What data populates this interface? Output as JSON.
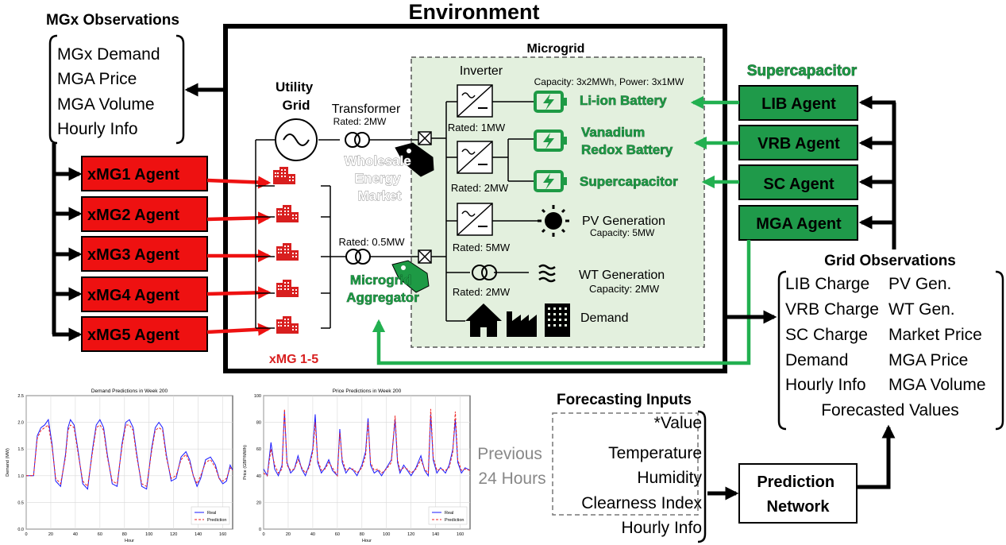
{
  "title": "Environment",
  "colors": {
    "agent_red": "#ee1111",
    "agent_green": "#1f9a4a",
    "arrow_green": "#22b050",
    "microgrid_bg": "#e3f0de",
    "battery_green": "#1e9a45",
    "building_red": "#d81f1f"
  },
  "mgx_observations": {
    "heading": "MGx Observations",
    "items": [
      "MGx Demand",
      "MGA Price",
      "MGA Volume",
      "Hourly Info"
    ]
  },
  "xmg_agents": [
    "xMG1 Agent",
    "xMG2 Agent",
    "xMG3 Agent",
    "xMG4 Agent",
    "xMG5 Agent"
  ],
  "xmg_label": "xMG 1-5",
  "utility_grid": "Utility\nGrid",
  "transformer": {
    "label": "Transformer",
    "rating": "Rated: 2MW"
  },
  "transformer2_rating": "Rated: 0.5MW",
  "wholesale_market": "Wholesale\nEnergy\nMarket",
  "microgrid_aggregator": "Microgrid\nAggregator",
  "microgrid": {
    "label": "Microgrid",
    "inverter_label": "Inverter",
    "inverter_ratings": [
      "Rated: 1MW",
      "Rated: 2MW",
      "Rated: 5MW"
    ],
    "capacity_note": "Capacity: 3x2MWh, Power: 3x1MW",
    "storage": [
      "Li-ion Battery",
      "Vanadium\nRedox Battery",
      "Supercapacitor"
    ],
    "pv": {
      "label": "PV Generation",
      "capacity": "Capacity: 5MW"
    },
    "wt": {
      "label": "WT Generation",
      "capacity": "Capacity: 2MW",
      "rating": "Rated: 2MW"
    },
    "demand": "Demand"
  },
  "supercapacitor_heading": "Supercapacitor",
  "green_agents": [
    "LIB Agent",
    "VRB Agent",
    "SC Agent",
    "MGA Agent"
  ],
  "grid_observations": {
    "heading": "Grid Observations",
    "left": [
      "LIB Charge",
      "VRB Charge",
      "SC Charge",
      "Demand",
      "Hourly Info"
    ],
    "right": [
      "PV Gen.",
      "WT Gen.",
      "Market Price",
      "MGA Price",
      "MGA Volume"
    ],
    "footer": "Forecasted Values"
  },
  "forecasting_inputs": {
    "heading": "Forecasting Inputs",
    "items": [
      "*Value",
      "Temperature",
      "Humidity",
      "Clearness Index"
    ],
    "hourly": "Hourly Info"
  },
  "previous_hours": "Previous\n24 Hours",
  "prediction_network": "Prediction\nNetwork",
  "chart_data": [
    {
      "type": "line",
      "title": "Demand Predictions in Week 200",
      "xlabel": "Hour",
      "ylabel": "Demand (MW)",
      "xlim": [
        0,
        168
      ],
      "ylim": [
        0.0,
        2.5
      ],
      "xticks": [
        0,
        20,
        40,
        60,
        80,
        100,
        120,
        140,
        160
      ],
      "yticks": [
        0.0,
        0.5,
        1.0,
        1.5,
        2.0,
        2.5
      ],
      "grid": true,
      "legend_position": "bottom-right",
      "x": [
        0,
        6,
        9,
        12,
        15,
        18,
        21,
        24,
        28,
        32,
        34,
        36,
        39,
        42,
        46,
        50,
        54,
        57,
        60,
        63,
        66,
        70,
        74,
        78,
        81,
        84,
        87,
        90,
        94,
        98,
        102,
        105,
        108,
        111,
        114,
        118,
        122,
        126,
        130,
        133,
        136,
        139,
        142,
        146,
        150,
        154,
        157,
        160,
        163,
        166,
        168
      ],
      "series": [
        {
          "name": "Real",
          "color": "#1a1aff",
          "style": "solid",
          "values": [
            1.0,
            1.0,
            1.75,
            1.9,
            1.95,
            2.05,
            1.6,
            0.9,
            0.8,
            1.4,
            1.9,
            2.05,
            1.95,
            1.5,
            0.85,
            0.75,
            1.5,
            1.95,
            2.05,
            1.9,
            1.4,
            0.85,
            0.8,
            1.6,
            2.0,
            2.05,
            1.9,
            1.4,
            0.8,
            0.75,
            1.5,
            1.9,
            2.0,
            1.9,
            1.4,
            0.9,
            0.95,
            1.35,
            1.45,
            1.3,
            1.0,
            0.8,
            0.95,
            1.3,
            1.35,
            1.2,
            0.95,
            0.85,
            0.9,
            1.2,
            1.1
          ]
        },
        {
          "name": "Prediction",
          "color": "#ee2222",
          "style": "dashed",
          "values": [
            1.0,
            1.0,
            1.7,
            1.85,
            1.9,
            1.95,
            1.55,
            0.95,
            0.85,
            1.35,
            1.85,
            1.95,
            1.9,
            1.45,
            0.9,
            0.8,
            1.45,
            1.9,
            1.95,
            1.85,
            1.35,
            0.9,
            0.85,
            1.55,
            1.95,
            1.95,
            1.85,
            1.35,
            0.85,
            0.8,
            1.45,
            1.85,
            1.9,
            1.85,
            1.35,
            0.95,
            1.0,
            1.3,
            1.4,
            1.25,
            1.0,
            0.85,
            1.0,
            1.25,
            1.3,
            1.15,
            0.95,
            0.9,
            0.95,
            1.15,
            1.1
          ]
        }
      ]
    },
    {
      "type": "line",
      "title": "Price Predictions in Week 200",
      "xlabel": "Hour",
      "ylabel": "Price (GBP/MWh)",
      "xlim": [
        0,
        168
      ],
      "ylim": [
        0,
        100
      ],
      "xticks": [
        0,
        20,
        40,
        60,
        80,
        100,
        120,
        140,
        160
      ],
      "yticks": [
        0,
        20,
        40,
        60,
        80,
        100
      ],
      "grid": true,
      "legend_position": "bottom-right",
      "x": [
        0,
        3,
        6,
        9,
        12,
        15,
        17,
        19,
        22,
        25,
        28,
        31,
        34,
        37,
        40,
        42,
        44,
        47,
        50,
        53,
        56,
        60,
        62,
        64,
        67,
        70,
        73,
        76,
        80,
        83,
        85,
        87,
        90,
        93,
        96,
        100,
        104,
        107,
        109,
        111,
        114,
        117,
        120,
        124,
        128,
        131,
        134,
        136,
        138,
        141,
        144,
        148,
        151,
        154,
        156,
        158,
        161,
        164,
        168
      ],
      "series": [
        {
          "name": "Real",
          "color": "#1a1aff",
          "style": "solid",
          "values": [
            45,
            40,
            65,
            45,
            40,
            48,
            88,
            50,
            42,
            45,
            55,
            45,
            40,
            48,
            60,
            86,
            50,
            42,
            46,
            52,
            44,
            40,
            75,
            50,
            42,
            46,
            44,
            40,
            48,
            58,
            83,
            48,
            42,
            44,
            40,
            46,
            52,
            82,
            50,
            42,
            48,
            44,
            40,
            46,
            55,
            44,
            40,
            86,
            52,
            42,
            46,
            42,
            48,
            60,
            82,
            50,
            42,
            46,
            44
          ]
        },
        {
          "name": "Prediction",
          "color": "#ee2222",
          "style": "dashed",
          "values": [
            42,
            40,
            60,
            48,
            42,
            45,
            90,
            48,
            44,
            45,
            52,
            46,
            42,
            46,
            58,
            80,
            52,
            44,
            45,
            50,
            46,
            40,
            72,
            52,
            44,
            45,
            45,
            42,
            46,
            55,
            80,
            50,
            44,
            45,
            42,
            45,
            50,
            85,
            52,
            44,
            46,
            45,
            42,
            45,
            52,
            45,
            42,
            90,
            54,
            44,
            45,
            44,
            46,
            58,
            88,
            52,
            44,
            45,
            44
          ]
        }
      ]
    }
  ]
}
